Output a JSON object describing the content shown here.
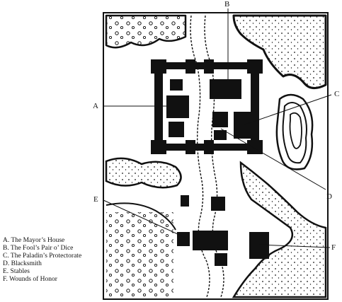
{
  "callouts": {
    "a": "A",
    "b": "B",
    "c": "C",
    "d": "D",
    "e": "E",
    "f": "F"
  },
  "legend": [
    "A. The Mayor’s House",
    "B. The Fool’s Pair o’ Dice",
    "C. The Paladin’s Protectorate",
    "D. Blacksmith",
    "E. Stables",
    "F. Wounds of Honor"
  ],
  "colors": {
    "ink": "#111111",
    "paper": "#ffffff"
  }
}
